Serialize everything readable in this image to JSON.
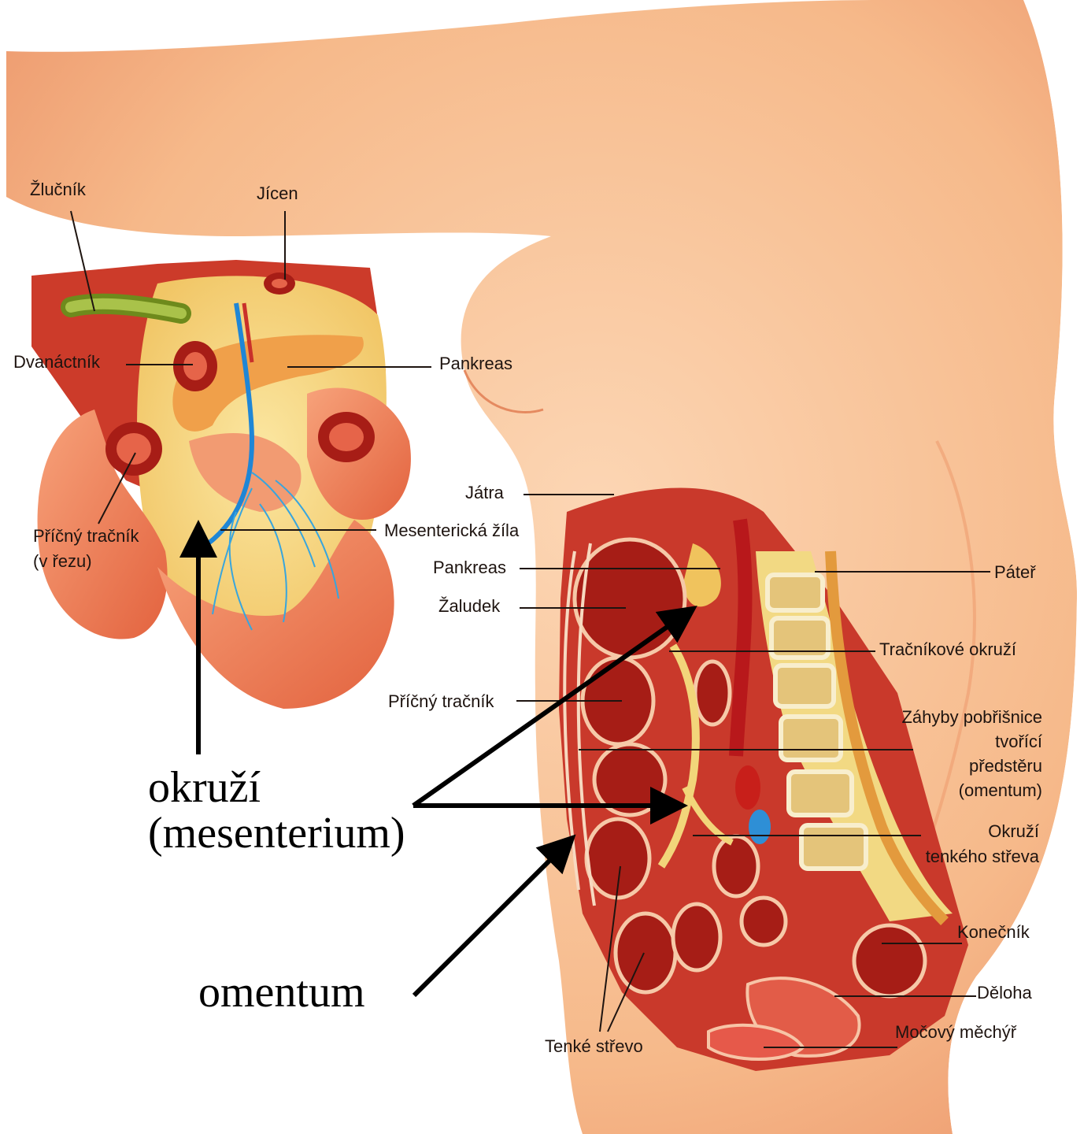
{
  "colors": {
    "skin": "#f6b98a",
    "skin_light": "#fbd3b0",
    "organ": "#d63a2c",
    "organ_dark": "#9c1e18",
    "fat": "#f7d77a",
    "vein": "#2a8fd8",
    "bone": "#e9cf8a",
    "arrow": "#000000"
  },
  "labels": {
    "zlucnik": "Žlučník",
    "jicen": "Jícen",
    "dvanactnik": "Dvanáctník",
    "pankreas_top": "Pankreas",
    "pricny_tracnik_rez_1": "Příčný tračník",
    "pricny_tracnik_rez_2": "(v řezu)",
    "mesentericka_zila": "Mesenterická žíla",
    "jatra": "Játra",
    "pankreas": "Pankreas",
    "zaludek": "Žaludek",
    "pricny_tracnik": "Příčný tračník",
    "pater": "Páteř",
    "tracnikove_okruzi": "Tračníkové okruží",
    "zahyby_1": "Záhyby pobřišnice",
    "zahyby_2": "tvořící",
    "zahyby_3": "předstěru",
    "zahyby_4": "(omentum)",
    "okruzi_tenkeho_1": "Okruží",
    "okruzi_tenkeho_2": "tenkého střeva",
    "konecnik": "Konečník",
    "deloha": "Děloha",
    "mocovy_mechyr": "Močový měchýř",
    "tenke_strevo": "Tenké střevo"
  },
  "annotations": {
    "okruzi_1": "okruží",
    "okruzi_2": "(mesenterium)",
    "omentum": "omentum"
  }
}
